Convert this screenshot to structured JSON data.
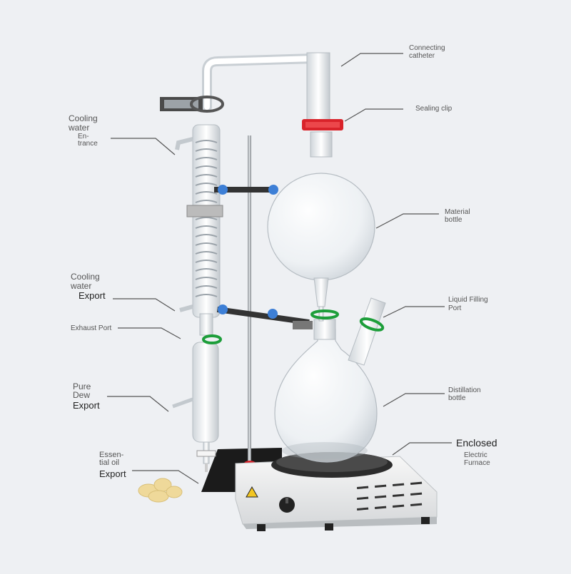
{
  "labels": {
    "connecting": [
      "Connecting",
      "catheter"
    ],
    "sealing": "Sealing clip",
    "material": [
      "Material",
      "bottle"
    ],
    "liquid": [
      "Liquid Filling",
      "Port"
    ],
    "distill": [
      "Distillation",
      "bottle"
    ],
    "enclosed": "Enclosed",
    "electric": [
      "Electric",
      "Furnace"
    ],
    "cool_in": [
      "Cooling",
      "water",
      "En-",
      "trance"
    ],
    "cool_out": [
      "Cooling",
      "water",
      "Export"
    ],
    "exhaust": "Exhaust Port",
    "dew": [
      "Pure",
      "Dew",
      "Export"
    ],
    "oil": [
      "Essen-",
      "tial oil",
      "Export"
    ]
  },
  "colors": {
    "background": "#eef0f3",
    "clip_red": "#d9232a",
    "clip_green": "#1d9e3a",
    "knob_blue": "#3d7fd6",
    "stand_black": "#1b1b1b",
    "heater_body": "#e8e8e8",
    "warning_yellow": "#f3c622"
  }
}
